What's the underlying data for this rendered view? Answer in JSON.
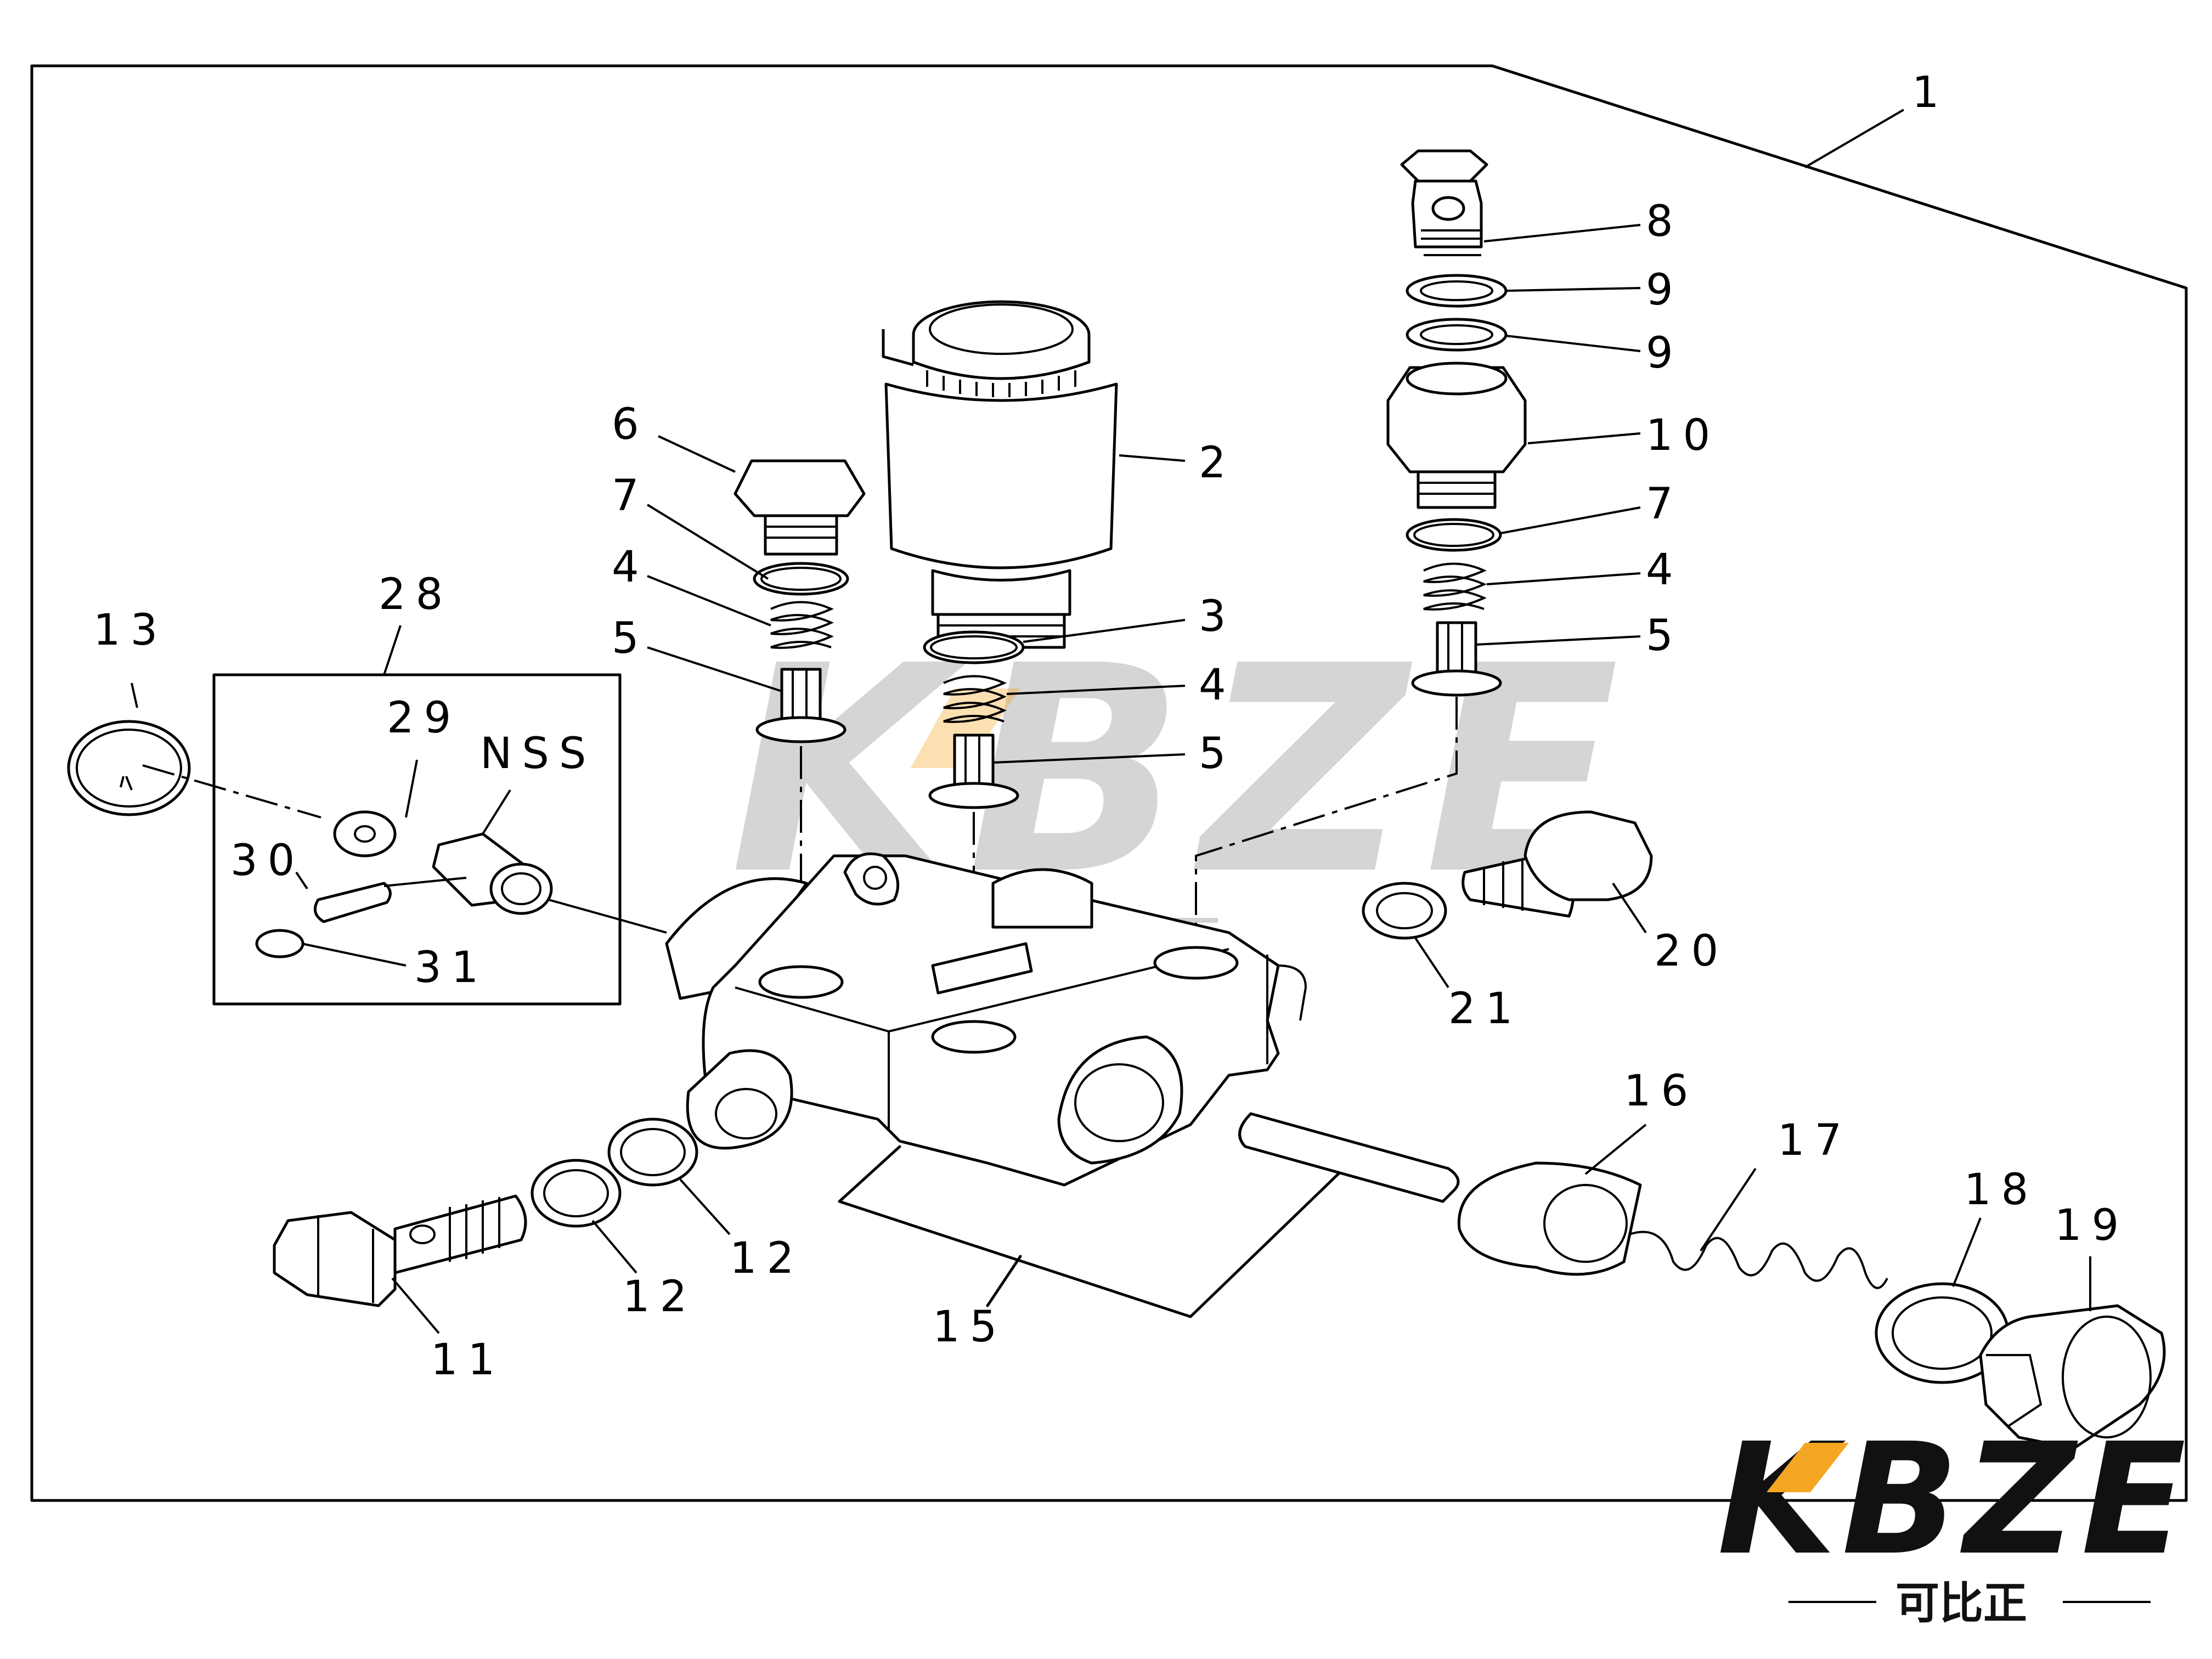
{
  "diagram": {
    "labels": [
      "1",
      "2",
      "3",
      "4",
      "5",
      "6",
      "7",
      "8",
      "9",
      "10",
      "11",
      "12",
      "13",
      "15",
      "16",
      "17",
      "18",
      "19",
      "20",
      "21",
      "28",
      "29",
      "30",
      "31",
      "NSS"
    ]
  },
  "watermark": {
    "brand": "KBZE",
    "subtitle": "可比正"
  },
  "logo": {
    "brand": "KBZE",
    "subtitle": "可比正",
    "accent": "#f5a623"
  }
}
